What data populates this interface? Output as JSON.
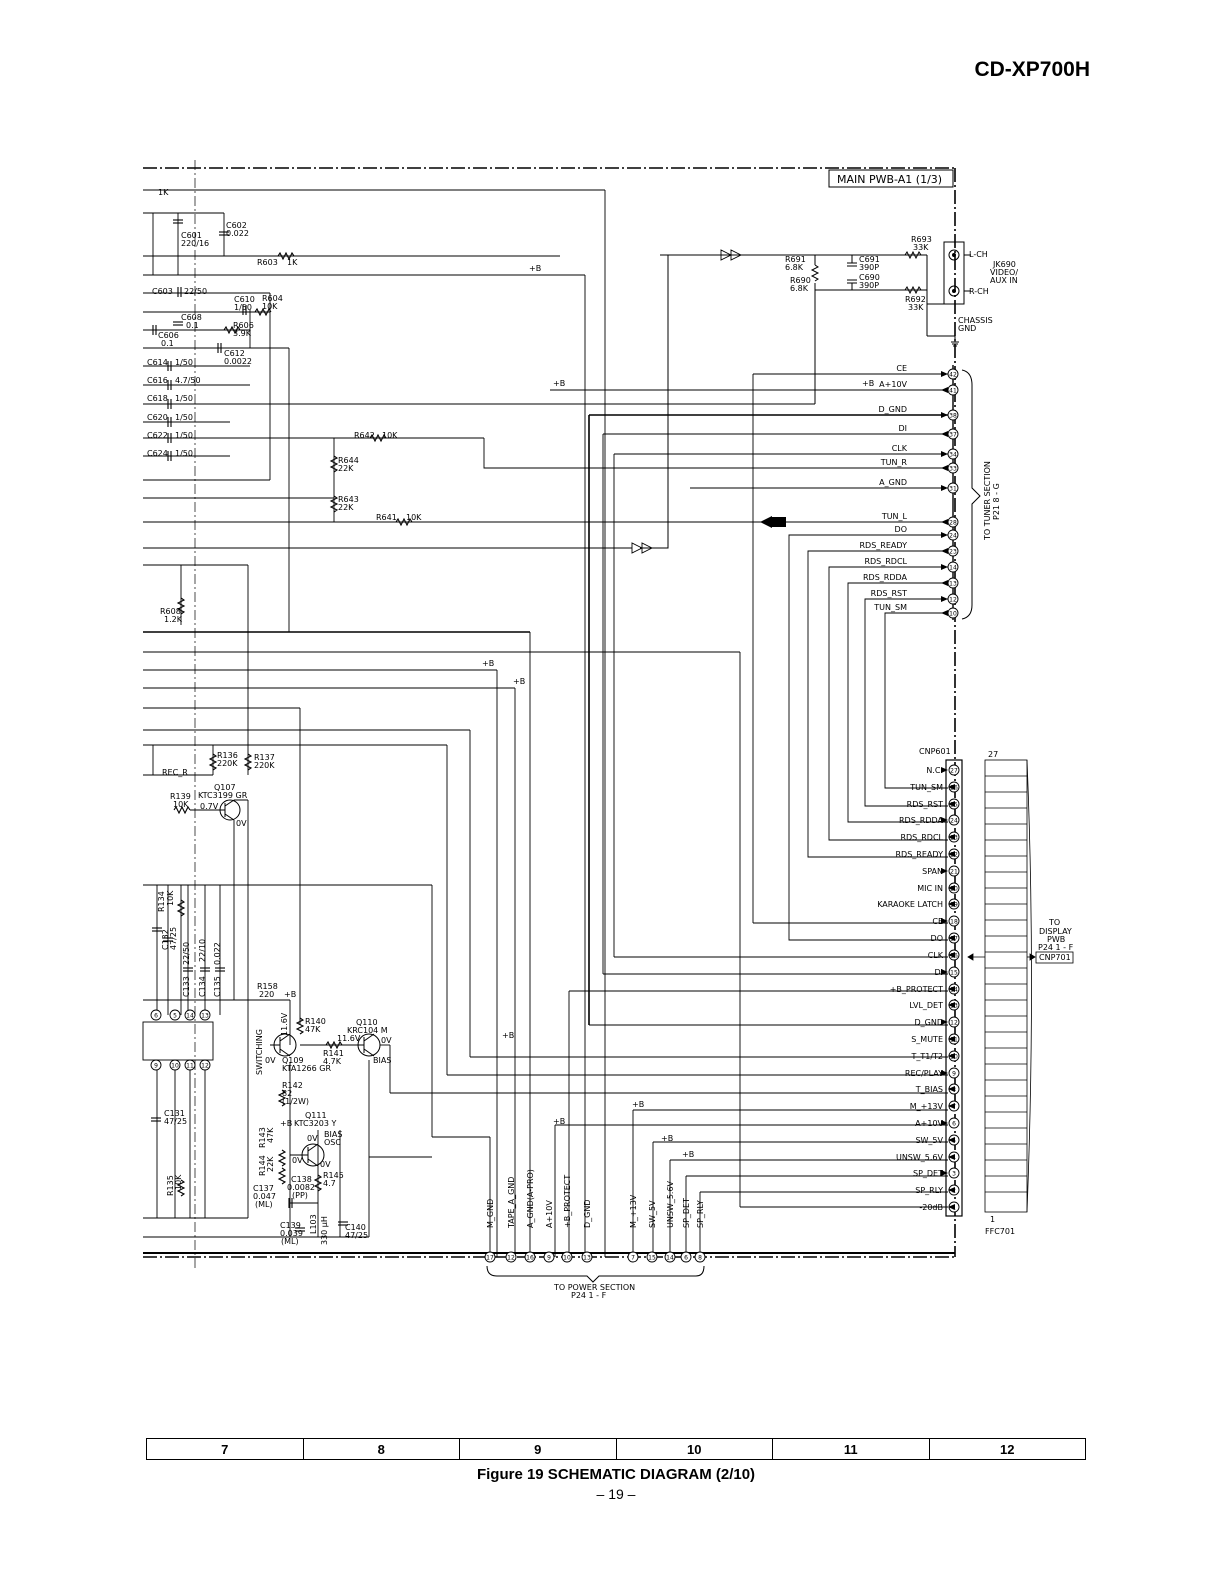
{
  "header": {
    "model": "CD-XP700H"
  },
  "board": {
    "title": "MAIN PWB-A1 (1/3)"
  },
  "tuner_section": {
    "label": "TO TUNER SECTION",
    "ref": "P21 8 - G",
    "pins": [
      {
        "no": "42",
        "label": "CE"
      },
      {
        "no": "41",
        "label": "A+10V"
      },
      {
        "no": "38",
        "label": "D_GND"
      },
      {
        "no": "37",
        "label": "DI"
      },
      {
        "no": "34",
        "label": "CLK"
      },
      {
        "no": "33",
        "label": "TUN_R"
      },
      {
        "no": "31",
        "label": "A_GND"
      },
      {
        "no": "28",
        "label": "TUN_L"
      },
      {
        "no": "24",
        "label": "DO"
      },
      {
        "no": "23",
        "label": "RDS_READY"
      },
      {
        "no": "14",
        "label": "RDS_RDCL"
      },
      {
        "no": "13",
        "label": "RDS_RDDA"
      },
      {
        "no": "12",
        "label": "RDS_RST"
      },
      {
        "no": "10",
        "label": "TUN_SM"
      }
    ]
  },
  "cnp601": {
    "name": "CNP601",
    "pins": [
      {
        "no": "27",
        "label": "N.C."
      },
      {
        "no": "26",
        "label": "TUN_SM"
      },
      {
        "no": "25",
        "label": "RDS_RST"
      },
      {
        "no": "24",
        "label": "RDS_RDDA"
      },
      {
        "no": "23",
        "label": "RDS_RDCL"
      },
      {
        "no": "22",
        "label": "RDS_READY"
      },
      {
        "no": "21",
        "label": "SPAN"
      },
      {
        "no": "20",
        "label": "MIC IN"
      },
      {
        "no": "19",
        "label": "KARAOKE LATCH"
      },
      {
        "no": "18",
        "label": "CE"
      },
      {
        "no": "17",
        "label": "DO"
      },
      {
        "no": "16",
        "label": "CLK"
      },
      {
        "no": "15",
        "label": "DI"
      },
      {
        "no": "14",
        "label": "+B_PROTECT"
      },
      {
        "no": "13",
        "label": "LVL_DET"
      },
      {
        "no": "12",
        "label": "D_GND"
      },
      {
        "no": "11",
        "label": "S_MUTE"
      },
      {
        "no": "10",
        "label": "T_T1/T2"
      },
      {
        "no": "9",
        "label": "REC/PLAY"
      },
      {
        "no": "8",
        "label": "T_BIAS"
      },
      {
        "no": "7",
        "label": "M_+13V"
      },
      {
        "no": "6",
        "label": "A+10V"
      },
      {
        "no": "5",
        "label": "SW_5V"
      },
      {
        "no": "4",
        "label": "UNSW_5.6V"
      },
      {
        "no": "3",
        "label": "SP_DET"
      },
      {
        "no": "2",
        "label": "SP_RLY"
      },
      {
        "no": "1",
        "label": "-20dB"
      }
    ]
  },
  "ffc701": {
    "name": "FFC701",
    "top_pin": "27",
    "bottom_pin": "1"
  },
  "display": {
    "lines": [
      "TO",
      "DISPLAY",
      "PWB",
      "P24 1 - F"
    ],
    "connector": "CNP701"
  },
  "power_section": {
    "label": "TO POWER SECTION",
    "ref": "P24 1 - F",
    "pins": [
      {
        "no": "17",
        "label": "M_GND"
      },
      {
        "no": "12",
        "label": "TAPE_A_GND"
      },
      {
        "no": "16",
        "label": "A_GND(A-PRO)"
      },
      {
        "no": "9",
        "label": "A+10V"
      },
      {
        "no": "10",
        "label": "+B_PROTECT"
      },
      {
        "no": "13",
        "label": "D_GND"
      },
      {
        "no": "7",
        "label": "M_+13V"
      },
      {
        "no": "15",
        "label": "SW_5V"
      },
      {
        "no": "14",
        "label": "UNSW_5.6V"
      },
      {
        "no": "6",
        "label": "SP_DET"
      },
      {
        "no": "8",
        "label": "SP_RLY"
      }
    ]
  },
  "jack": {
    "name": "JK690",
    "lines": [
      "JK690",
      "VIDEO/",
      "AUX IN"
    ],
    "lch": "L-CH",
    "rch": "R-CH",
    "chassis": [
      "CHASSIS",
      "GND"
    ]
  },
  "components": {
    "C602": [
      "C602",
      "0.022"
    ],
    "C601": [
      "C601",
      "220/16"
    ],
    "R603": [
      "R603",
      "1K"
    ],
    "C603": [
      "C603",
      "22/50"
    ],
    "C610": [
      "C610",
      "1/50"
    ],
    "R604": [
      "R604",
      "10K"
    ],
    "C608": [
      "C608",
      "0.1"
    ],
    "R606": [
      "R606",
      "3.9K"
    ],
    "C606": [
      "C606",
      "0.1"
    ],
    "C612": [
      "C612",
      "0.0022"
    ],
    "C614": [
      "C614",
      "1/50"
    ],
    "C616": [
      "C616",
      "4.7/50"
    ],
    "C618": [
      "C618",
      "1/50"
    ],
    "C620": [
      "C620",
      "1/50"
    ],
    "C622": [
      "C622",
      "1/50"
    ],
    "C624": [
      "C624",
      "1/50"
    ],
    "R642": [
      "R642",
      "10K"
    ],
    "R644": [
      "R644",
      "22K"
    ],
    "R643": [
      "R643",
      "22K"
    ],
    "R641": [
      "R641",
      "10K"
    ],
    "R608": [
      "R608",
      "1.2K"
    ],
    "R691": [
      "R691",
      "6.8K"
    ],
    "R690": [
      "R690",
      "6.8K"
    ],
    "C691": [
      "C691",
      "390P"
    ],
    "C690": [
      "C690",
      "390P"
    ],
    "R693": [
      "R693",
      "33K"
    ],
    "R692": [
      "R692",
      "33K"
    ],
    "R136": [
      "R136",
      "220K"
    ],
    "R137": [
      "R137",
      "220K"
    ],
    "R139": [
      "R139",
      "10K"
    ],
    "Q107": [
      "Q107",
      "KTC3199 GR"
    ],
    "R134": [
      "R134",
      "10K"
    ],
    "C132": [
      "C132",
      "47/25"
    ],
    "C133": [
      "C133",
      "22/50"
    ],
    "C134": [
      "C134",
      "22/10"
    ],
    "C135": [
      "C135",
      "0.022"
    ],
    "R158": [
      "R158",
      "220"
    ],
    "R140": [
      "R140",
      "47K"
    ],
    "Q110": [
      "Q110",
      "KRC104 M"
    ],
    "Q109": [
      "Q109",
      "KTA1266 GR"
    ],
    "R141": [
      "R141",
      "4.7K"
    ],
    "R142": [
      "R142",
      "82",
      "(1/2W)"
    ],
    "Q111": [
      "Q111",
      "KTC3203 Y"
    ],
    "R143": [
      "R143",
      "47K"
    ],
    "R144": [
      "R144",
      "22K"
    ],
    "C137": [
      "C137",
      "0.047",
      "(ML)"
    ],
    "C138": [
      "C138",
      "0.0082",
      "(PP)"
    ],
    "R145": [
      "R145",
      "4.7"
    ],
    "C139": [
      "C139",
      "0.039",
      "(ML)"
    ],
    "L103": [
      "L103",
      "330 µH"
    ],
    "C140": [
      "C140",
      "47/25"
    ],
    "C131": [
      "C131",
      "47/25"
    ],
    "R135": [
      "R135",
      "10K"
    ]
  },
  "labels": {
    "plus_b": "+B",
    "rec_r": "REC_R",
    "switching": "SWITCHING",
    "bias": "BIAS",
    "bias_osc": [
      "BIAS",
      "OSC"
    ],
    "v_0": "0V",
    "v_07": "0.7V",
    "v_116": "11.6V",
    "r1k": "1K"
  },
  "grid_columns": [
    "7",
    "8",
    "9",
    "10",
    "11",
    "12"
  ],
  "footer": {
    "caption": "Figure 19 SCHEMATIC DIAGRAM (2/10)",
    "page": "– 19 –"
  }
}
